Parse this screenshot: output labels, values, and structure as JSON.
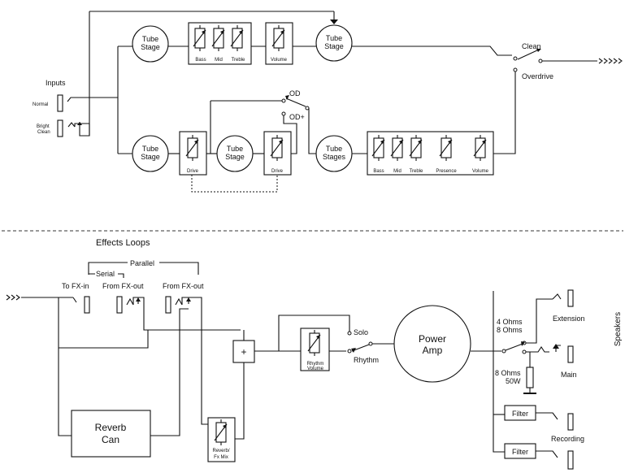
{
  "preamp": {
    "inputs_title": "Inputs",
    "input_normal": "Normal",
    "input_bright": "Bright",
    "input_clean": "Clean",
    "tube_stage": "Tube",
    "tube_stage_2": "Stage",
    "tube_stages_2": "Stages",
    "bass": "Bass",
    "mid": "Mid",
    "treble": "Treble",
    "presence": "Presence",
    "volume": "Volume",
    "drive": "Drive",
    "od": "OD",
    "od_plus": "OD+",
    "clean": "Clean",
    "overdrive": "Overdrive"
  },
  "power": {
    "effects_loops": "Effects Loops",
    "parallel": "Parallel",
    "serial": "Serial",
    "to_fx_in": "To FX-in",
    "from_fx_out_1": "From FX-out",
    "from_fx_out_2": "From FX-out",
    "reverb_1": "Reverb",
    "reverb_2": "Can",
    "reverb_fx_mix_1": "Reverb/",
    "reverb_fx_mix_2": "Fx Mix",
    "sum": "+",
    "rhythm_volume_1": "Rhythm",
    "rhythm_volume_2": "Volume",
    "solo": "Solo",
    "rhythm": "Rhythm",
    "power_amp_1": "Power",
    "power_amp_2": "Amp",
    "ohms_4": "4 Ohms",
    "ohms_8": "8 Ohms",
    "ohms_8_load": "8 Ohms",
    "watts_50": "50W",
    "filter_1": "Filter",
    "filter_2": "Filter",
    "extension": "Extension",
    "main": "Main",
    "recording": "Recording",
    "speakers": "Speakers"
  }
}
